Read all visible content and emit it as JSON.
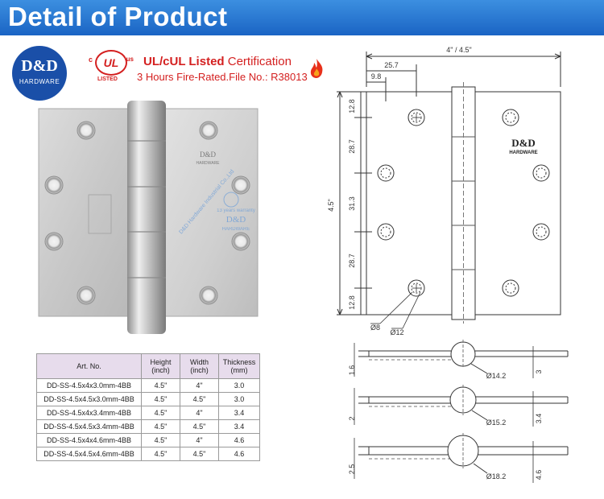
{
  "banner": {
    "title": "Detail of Product"
  },
  "logo": {
    "main": "D&D",
    "sub": "HARDWARE"
  },
  "ul": {
    "mark": "UL",
    "c": "c",
    "us": "us",
    "listed": "LISTED"
  },
  "certification": {
    "line1_bold": "UL/cUL Listed",
    "line1_rest": " Certification",
    "line2": "3 Hours Fire-Rated.File No.: R38013"
  },
  "photo_marks": {
    "hinge_brand": "D&D",
    "hinge_brand_sub": "HARDWARE",
    "watermark_arc": "D&D Hardware Industrial Co.,Ltd",
    "watermark_warranty": "13 years warranty",
    "watermark_brand": "D&D",
    "watermark_sub": "HARDWARE"
  },
  "table": {
    "headers": [
      "Art. No.",
      "Height (inch)",
      "Width (inch)",
      "Thickness (mm)"
    ],
    "rows": [
      [
        "DD-SS-4.5x4x3.0mm-4BB",
        "4.5\"",
        "4\"",
        "3.0"
      ],
      [
        "DD-SS-4.5x4.5x3.0mm-4BB",
        "4.5\"",
        "4.5\"",
        "3.0"
      ],
      [
        "DD-SS-4.5x4x3.4mm-4BB",
        "4.5\"",
        "4\"",
        "3.4"
      ],
      [
        "DD-SS-4.5x4.5x3.4mm-4BB",
        "4.5\"",
        "4.5\"",
        "3.4"
      ],
      [
        "DD-SS-4.5x4x4.6mm-4BB",
        "4.5\"",
        "4\"",
        "4.6"
      ],
      [
        "DD-SS-4.5x4.5x4.6mm-4BB",
        "4.5\"",
        "4.5\"",
        "4.6"
      ]
    ]
  },
  "drawing": {
    "width_label": "4\" / 4.5\"",
    "offset1": "25.7",
    "offset2": "9.8",
    "height_label": "4.5\"",
    "v1": "12.8",
    "v2": "28.7",
    "v3": "31.3",
    "v4": "28.7",
    "v5": "12.8",
    "d_small": "Ø8",
    "d_large": "Ø12",
    "brand": "D&D",
    "brand_sub": "HARDWARE",
    "sections": [
      {
        "left": "1.6",
        "dia": "Ø14.2",
        "right": "3"
      },
      {
        "left": "2",
        "dia": "Ø15.2",
        "right": "3.4"
      },
      {
        "left": "2.5",
        "dia": "Ø18.2",
        "right": "4.6"
      }
    ]
  },
  "colors": {
    "banner": "#1a64c4",
    "cert_red": "#d42020",
    "logo_blue": "#1a4fa8",
    "table_header": "#e7dcec"
  }
}
